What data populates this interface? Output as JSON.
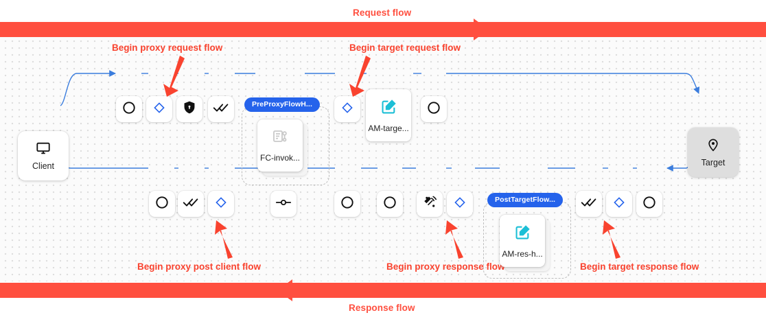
{
  "flow_bars": {
    "request_label": "Request flow",
    "response_label": "Response flow",
    "bar_color": "#ff4f3f"
  },
  "annotations": [
    {
      "id": "begin-proxy-request-flow",
      "label": "Begin proxy request flow"
    },
    {
      "id": "begin-target-request-flow",
      "label": "Begin target request flow"
    },
    {
      "id": "begin-proxy-post-client-flow",
      "label": "Begin proxy post client flow"
    },
    {
      "id": "begin-proxy-response-flow",
      "label": "Begin proxy response flow"
    },
    {
      "id": "begin-target-response-flow",
      "label": "Begin target response flow"
    }
  ],
  "endpoints": {
    "client": {
      "label": "Client",
      "icon": "monitor-icon"
    },
    "target": {
      "label": "Target",
      "icon": "location-pin-icon"
    }
  },
  "groups": [
    {
      "id": "preproxyflowhook",
      "label": "PreProxyFlowH..."
    },
    {
      "id": "posttargetflowhook",
      "label": "PostTargetFlow..."
    }
  ],
  "policy_cards": [
    {
      "id": "fc-invoke",
      "label": "FC-invok...",
      "icon": "script-key-icon",
      "icon_color": "#c9c9c9"
    },
    {
      "id": "am-target",
      "label": "AM-targe...",
      "icon": "assign-message-icon",
      "icon_color": "#1cbfd6"
    },
    {
      "id": "am-res-h",
      "label": "AM-res-h...",
      "icon": "assign-message-icon",
      "icon_color": "#1cbfd6"
    }
  ],
  "request_row_nodes": [
    {
      "id": "req-start-circle",
      "icon": "circle-icon"
    },
    {
      "id": "req-proxy-flow",
      "icon": "diamond-icon"
    },
    {
      "id": "req-security",
      "icon": "shield-lock-icon"
    },
    {
      "id": "req-checks",
      "icon": "double-check-icon"
    },
    {
      "id": "req-target-flow",
      "icon": "diamond-icon"
    },
    {
      "id": "req-end-circle",
      "icon": "circle-icon"
    }
  ],
  "response_row_nodes": [
    {
      "id": "res-client-circle",
      "icon": "circle-icon"
    },
    {
      "id": "res-checks",
      "icon": "double-check-icon"
    },
    {
      "id": "res-postclient-flow",
      "icon": "diamond-icon"
    },
    {
      "id": "res-node-dot",
      "icon": "node-dot-icon"
    },
    {
      "id": "res-circle-a",
      "icon": "circle-icon"
    },
    {
      "id": "res-circle-b",
      "icon": "circle-icon"
    },
    {
      "id": "res-signal",
      "icon": "signal-burst-icon"
    },
    {
      "id": "res-proxy-flow",
      "icon": "diamond-icon"
    },
    {
      "id": "res-target-checks",
      "icon": "double-check-icon"
    },
    {
      "id": "res-target-flow",
      "icon": "diamond-icon"
    },
    {
      "id": "res-target-circle",
      "icon": "circle-icon"
    }
  ],
  "colors": {
    "edge": "#3b7ddd",
    "diamond": "#2563eb",
    "group_label": "#2563eb",
    "annotation": "#f9432f",
    "target_fill": "#dedede"
  }
}
